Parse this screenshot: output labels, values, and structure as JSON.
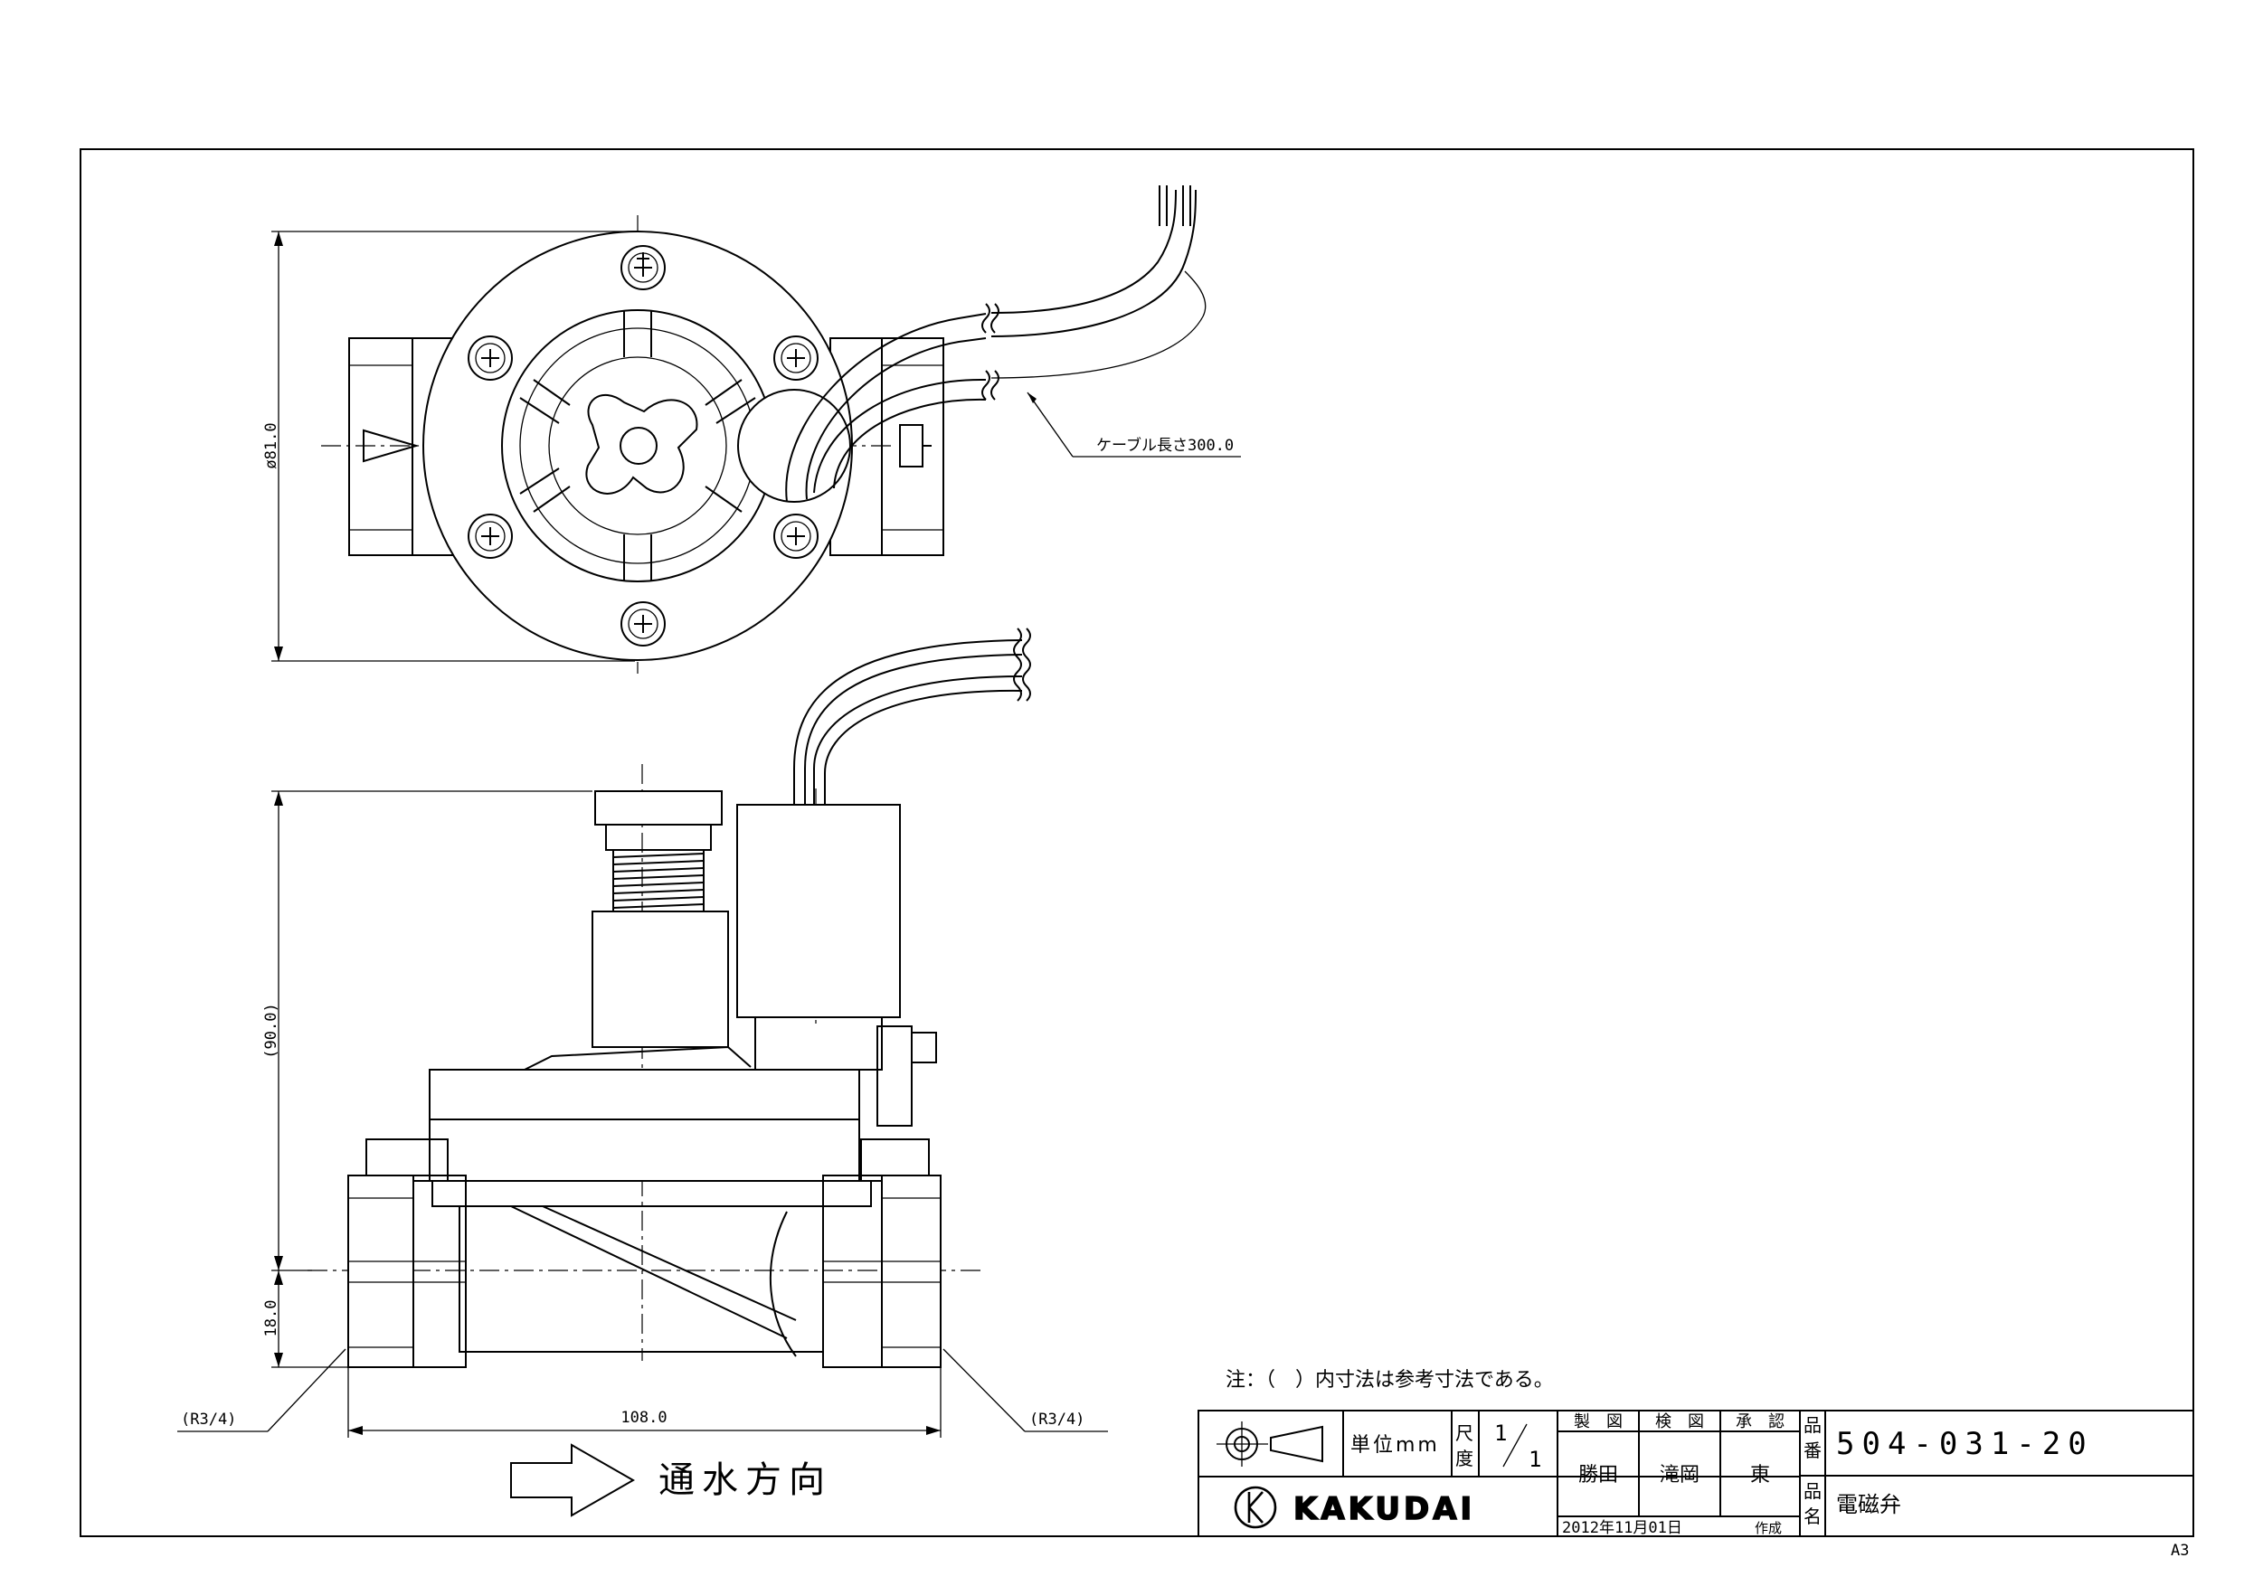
{
  "drawing": {
    "dimensions": {
      "diameter": "ø81.0",
      "height": "(90.0)",
      "base_height": "18.0",
      "width": "108.0",
      "thread_left": "(R3/4)",
      "thread_right": "(R3/4)",
      "cable_note": "ケーブル長さ300.0"
    },
    "flow_label": "通水方向"
  },
  "notes": {
    "note_text": "注：（　）内寸法は参考寸法である。"
  },
  "title_block": {
    "unit_label": "単位mm",
    "scale_label": "尺度",
    "scale_num": "1",
    "scale_den": "1",
    "role_headers": [
      "製　図",
      "検　図",
      "承　認"
    ],
    "role_names": [
      "勝田",
      "滝岡",
      "東"
    ],
    "part_no_label": "品番",
    "part_number": "504-031-20",
    "part_name_label": "品名",
    "part_name": "電磁弁",
    "date": "2012年11月01日",
    "date_suffix": "作成",
    "company": "KAKUDAI"
  },
  "sheet_size": "A3"
}
